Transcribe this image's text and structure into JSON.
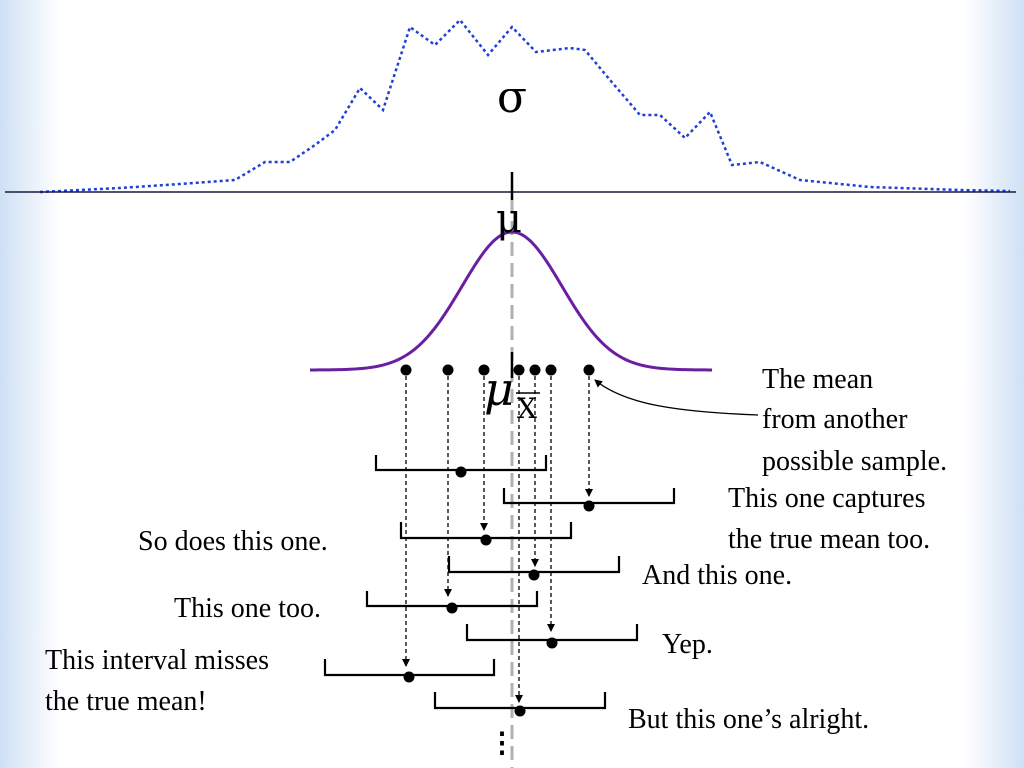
{
  "symbols": {
    "sigma": "σ",
    "mu": "μ",
    "mu_x_bar": "μ",
    "x_bar_subscript": "X"
  },
  "annotations": {
    "another_sample": [
      "The mean",
      "from another",
      "possible sample."
    ],
    "captures": [
      "This one captures",
      "the true mean too."
    ],
    "so_does": "So does this one.",
    "and_this": "And this one.",
    "this_too": "This one too.",
    "yep": "Yep.",
    "misses": [
      "This interval misses",
      "the true mean!"
    ],
    "alright": "But this one’s alright.",
    "continuation": "⋮"
  },
  "colors": {
    "population_curve": "#1f3fd6",
    "sampling_curve": "#6a1fa0",
    "true_mean_line": "#b0b0b0",
    "ink": "#000000"
  }
}
